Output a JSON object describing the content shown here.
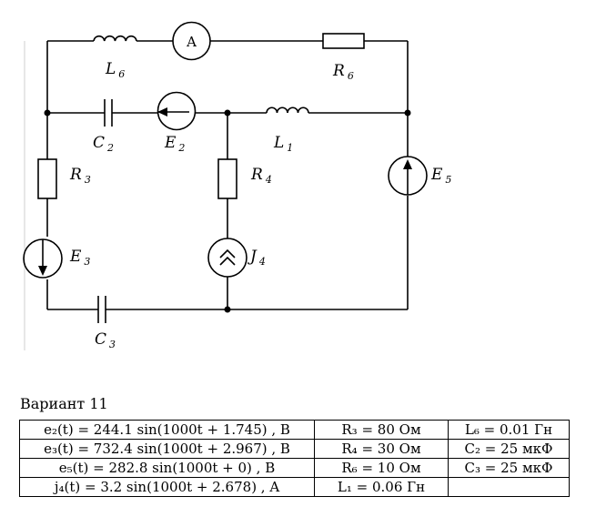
{
  "labels": {
    "L6": {
      "main": "L",
      "sub": "6"
    },
    "R6": {
      "main": "R",
      "sub": "6"
    },
    "ammeter": "A",
    "C2": {
      "main": "C",
      "sub": "2"
    },
    "E2": {
      "main": "E",
      "sub": "2"
    },
    "L1": {
      "main": "L",
      "sub": "1"
    },
    "R3": {
      "main": "R",
      "sub": "3"
    },
    "R4": {
      "main": "R",
      "sub": "4"
    },
    "E5": {
      "main": "E",
      "sub": "5"
    },
    "E3": {
      "main": "E",
      "sub": "3"
    },
    "J4": {
      "main": "J",
      "sub": "4"
    },
    "C3": {
      "main": "C",
      "sub": "3"
    }
  },
  "variant": "Вариант 11",
  "table": [
    [
      "e₂(t) = 244.1 sin(1000t + 1.745) , B",
      "R₃ = 80 Ом",
      "L₆ = 0.01 Гн"
    ],
    [
      "e₃(t) = 732.4 sin(1000t + 2.967) , B",
      "R₄ = 30 Ом",
      "C₂ = 25 мкФ"
    ],
    [
      "e₅(t) = 282.8 sin(1000t + 0) , B",
      "R₆ = 10 Ом",
      "C₃ = 25 мкФ"
    ],
    [
      "j₄(t) = 3.2 sin(1000t + 2.678) , A",
      "L₁ = 0.06 Гн",
      ""
    ]
  ]
}
